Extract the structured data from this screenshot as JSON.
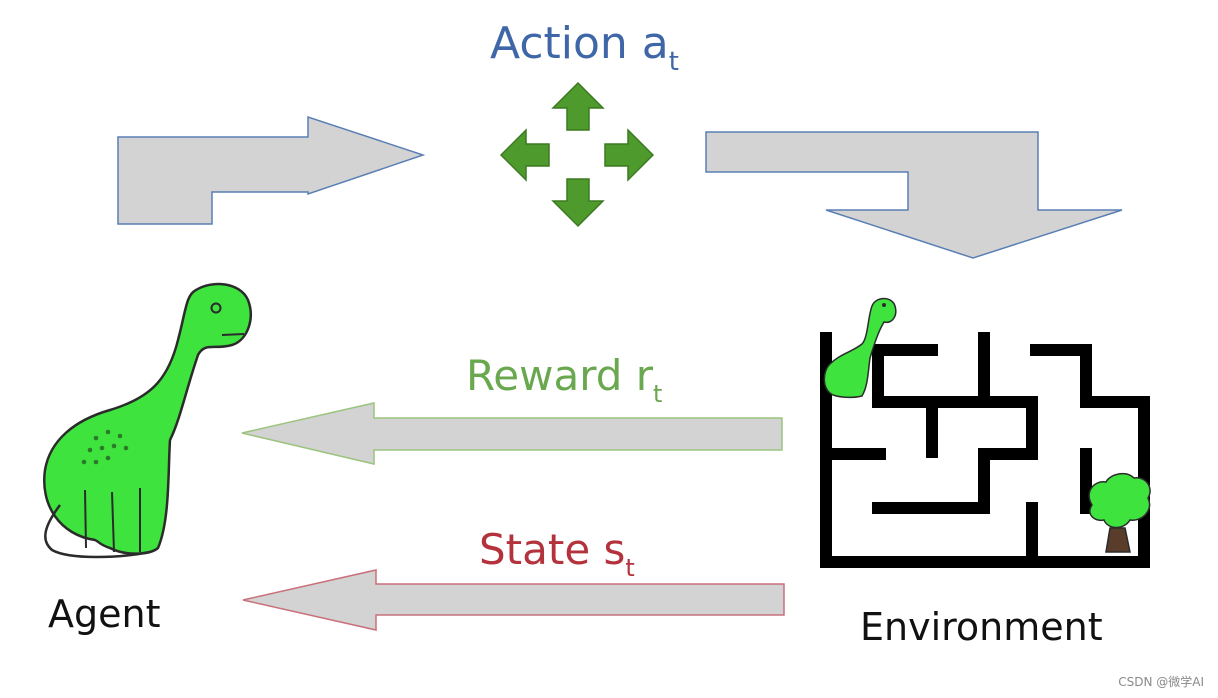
{
  "action": {
    "label": "Action a",
    "sub": "t",
    "color": "#3f67a8"
  },
  "reward": {
    "label": "Reward r",
    "sub": "t",
    "color": "#6aa84f"
  },
  "state": {
    "label": "State s",
    "sub": "t",
    "color": "#b3323b"
  },
  "agent": {
    "label": "Agent"
  },
  "environment": {
    "label": "Environment"
  },
  "watermark": "CSDN @微学AI",
  "icons": [
    "dinosaur-icon",
    "move-arrows-icon",
    "maze-icon",
    "tree-icon"
  ],
  "colors": {
    "arrow_fill": "#d3d3d3",
    "arrow_stroke_blue": "#5a7fb5",
    "arrow_stroke_green": "#9cc47f",
    "arrow_stroke_red": "#c9707a",
    "dino_green": "#3ee33e",
    "move_arrows_green": "#4f9a2c",
    "maze_black": "#000000"
  }
}
